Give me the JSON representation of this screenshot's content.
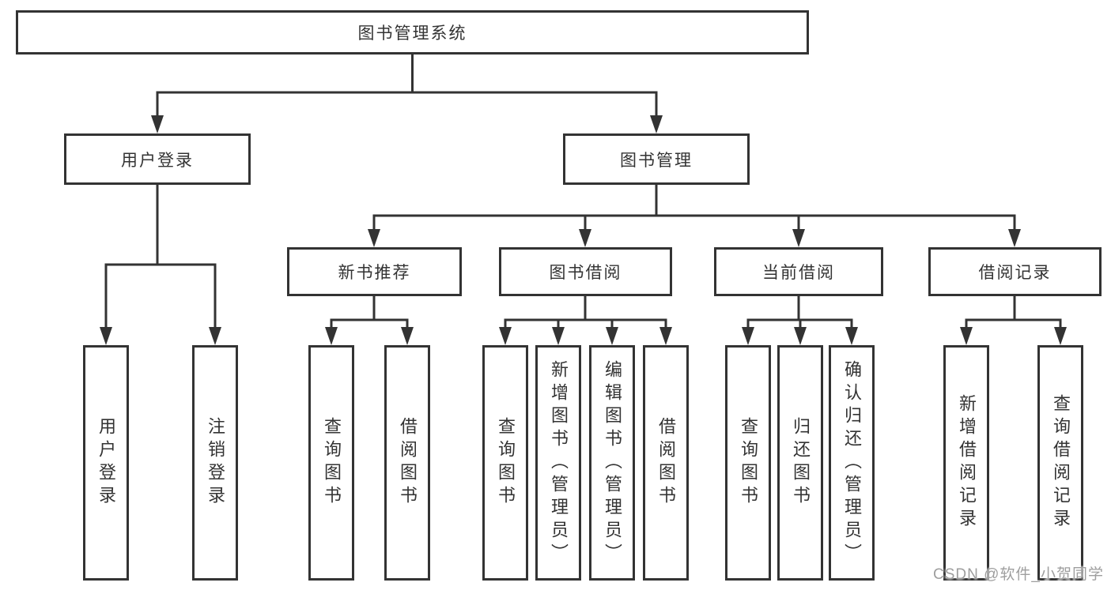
{
  "colors": {
    "ink": "#333333",
    "node-bg": "#ffffff",
    "watermark": "#9e9e9e"
  },
  "tree": {
    "root": "图书管理系统",
    "level2": [
      {
        "label": "用户登录",
        "children": [
          "用户登录",
          "注销登录"
        ]
      },
      {
        "label": "图书管理"
      }
    ],
    "level3": [
      {
        "label": "新书推荐",
        "children": [
          "查询图书",
          "借阅图书"
        ]
      },
      {
        "label": "图书借阅",
        "children": [
          "查询图书",
          "新增图书（管理员）",
          "编辑图书（管理员）",
          "借阅图书"
        ]
      },
      {
        "label": "当前借阅",
        "children": [
          "查询图书",
          "归还图书",
          "确认归还（管理员）"
        ]
      },
      {
        "label": "借阅记录",
        "children": [
          "新增借阅记录",
          "查询借阅记录"
        ]
      }
    ]
  },
  "watermark": {
    "text": "CSDN @软件_小贺同学"
  }
}
